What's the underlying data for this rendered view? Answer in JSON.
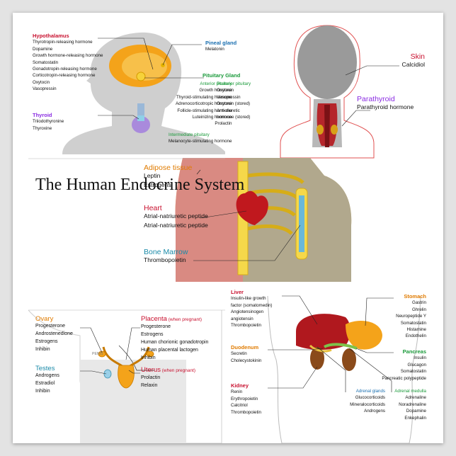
{
  "title": "The Human Endocrine System",
  "title_lines": [
    "The",
    "Human",
    "Endocrine",
    "System"
  ],
  "colors": {
    "red": "#c8102e",
    "purple": "#8a2be2",
    "orange": "#e07b00",
    "blue": "#1a6fb0",
    "green": "#1a9a3a",
    "teal": "#1a8aa8"
  },
  "head": {
    "hypothalamus": {
      "label": "Hypothalamus",
      "hormones": [
        "Thyrotropin-releasing hormone",
        "Dopamine",
        "Growth hormone-releasing hormone",
        "Somatostatin",
        "Gonadotropin-releasing hormone",
        "Corticotropin-releasing hormone",
        "Oxytocin",
        "Vasopressin"
      ]
    },
    "thyroid": {
      "label": "Thyroid",
      "hormones": [
        "Triiodothyronine",
        "Thyroxine"
      ]
    },
    "pineal": {
      "label": "Pineal gland",
      "hormones": [
        "Melatonin"
      ]
    },
    "pituitary": {
      "label": "Pituitary Gland",
      "anterior_label": "Anterior pituitary",
      "anterior": [
        "Growth hormone",
        "Thyroid-stimulating hormone",
        "Adrenocorticotropic hormone",
        "Follicle-stimulating hormone",
        "Luteinizing hormone",
        "Prolactin"
      ],
      "posterior_label": "Posterior pituitary",
      "posterior": [
        "Oxytocin",
        "Vasopressin",
        "Oxytocin (stored)",
        "Anti-diuretic",
        "hormone (stored)"
      ],
      "intermediate_label": "Intermediate pituitary",
      "intermediate": [
        "Melanocyte-stimulating hormone"
      ]
    }
  },
  "back": {
    "skin": {
      "label": "Skin",
      "hormones": [
        "Calcidiol"
      ]
    },
    "parathyroid": {
      "label": "Parathyroid",
      "hormones": [
        "Parathyroid hormone"
      ]
    }
  },
  "torso": {
    "adipose": {
      "label": "Adipose tissue",
      "hormones": [
        "Leptin",
        "Estrogens"
      ]
    },
    "heart": {
      "label": "Heart",
      "hormones": [
        "Atrial-natriuretic peptide",
        "Atrial-natriuretic peptide"
      ]
    },
    "marrow": {
      "label": "Bone Marrow",
      "hormones": [
        "Thrombopoietin"
      ]
    }
  },
  "pelvis": {
    "ovary": {
      "label": "Ovary",
      "hormones": [
        "Progesterone",
        "Androstenedione",
        "Estrogens",
        "Inhibin"
      ]
    },
    "testes": {
      "label": "Testes",
      "hormones": [
        "Androgens",
        "Estradiol",
        "Inhibin"
      ]
    },
    "placenta": {
      "label": "Placenta",
      "note": "(when pregnant)",
      "hormones": [
        "Progesterone",
        "Estrogens",
        "Human chorionic gonadotropin",
        "Human placental lactogen",
        "Inhibin"
      ]
    },
    "uterus": {
      "label": "Uterus",
      "note": "(when pregnant)",
      "hormones": [
        "Prolactin",
        "Relaxin"
      ]
    },
    "small_label": "PENIS"
  },
  "abdomen": {
    "liver": {
      "label": "Liver",
      "hormones": [
        "Insulin-like growth",
        "factor (somatomedin)",
        "Angiotensinogen",
        "angiotensin",
        "Thrombopoietin"
      ]
    },
    "duodenum": {
      "label": "Duodenum",
      "hormones": [
        "Secretin",
        "Cholecystokinin"
      ]
    },
    "kidney": {
      "label": "Kidney",
      "hormones": [
        "Renin",
        "Erythropoietin",
        "Calcitriol",
        "Thrombopoietin"
      ]
    },
    "stomach": {
      "label": "Stomach",
      "hormones": [
        "Gastrin",
        "Ghrelin",
        "Neuropeptide Y",
        "Somatostatin",
        "Histamine",
        "Endothelin"
      ]
    },
    "pancreas": {
      "label": "Pancreas",
      "hormones": [
        "Insulin",
        "Glucagon",
        "Somatostatin",
        "Pancreatic polypeptide"
      ]
    },
    "adrenal_glands": {
      "label": "Adrenal glands",
      "hormones": [
        "Glucocorticoids",
        "Mineralocorticoids",
        "Androgens"
      ]
    },
    "adrenal_medulla": {
      "label": "Adrenal medulla",
      "hormones": [
        "Adrenaline",
        "Noradrenaline",
        "Dopamine",
        "Enkephalin"
      ]
    }
  }
}
